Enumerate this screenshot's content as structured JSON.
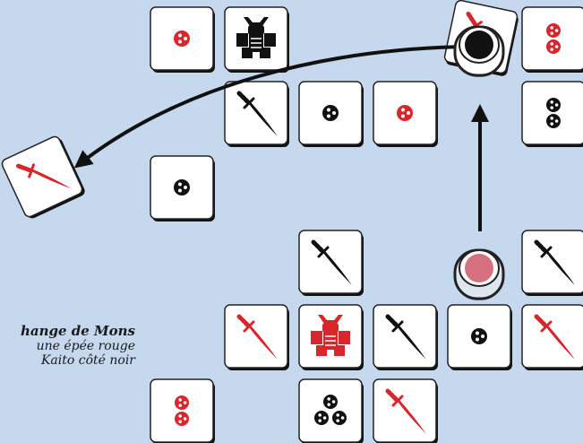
{
  "colors": {
    "background": "#c5d8ee",
    "tile_face": "#ffffff",
    "tile_shadow": "#111111",
    "red": "#d8262d",
    "black": "#111111",
    "pawn_red": "#d4707f",
    "pawn_black": "#111111",
    "pawn_ghost": "#dfe6ef"
  },
  "caption": {
    "title": "hange de Mons",
    "line1": "une épée rouge",
    "line2": "Kaito côté noir"
  },
  "tiles": [
    {
      "col": 0,
      "row": 0,
      "symbol": "mon1",
      "color": "red"
    },
    {
      "col": 1,
      "row": 0,
      "symbol": "samurai",
      "color": "black"
    },
    {
      "col": 1,
      "row": 1,
      "symbol": "katana",
      "color": "black"
    },
    {
      "col": 2,
      "row": 1,
      "symbol": "mon1",
      "color": "black"
    },
    {
      "col": 3,
      "row": 1,
      "symbol": "mon1",
      "color": "red"
    },
    {
      "col": 5,
      "row": 0,
      "symbol": "mon2",
      "color": "red"
    },
    {
      "col": 5,
      "row": 1,
      "symbol": "mon2",
      "color": "black"
    },
    {
      "col": 0,
      "row": 2,
      "symbol": "mon1",
      "color": "black"
    },
    {
      "col": 2,
      "row": 3,
      "symbol": "katana",
      "color": "black"
    },
    {
      "col": 5,
      "row": 3,
      "symbol": "katana",
      "color": "black"
    },
    {
      "col": 1,
      "row": 4,
      "symbol": "katana",
      "color": "red"
    },
    {
      "col": 2,
      "row": 4,
      "symbol": "samurai",
      "color": "red"
    },
    {
      "col": 3,
      "row": 4,
      "symbol": "katana",
      "color": "black"
    },
    {
      "col": 4,
      "row": 4,
      "symbol": "mon1",
      "color": "black"
    },
    {
      "col": 5,
      "row": 4,
      "symbol": "katana",
      "color": "red"
    },
    {
      "col": 0,
      "row": 5,
      "symbol": "mon2",
      "color": "red"
    },
    {
      "col": 2,
      "row": 5,
      "symbol": "mon3",
      "color": "black"
    },
    {
      "col": 3,
      "row": 5,
      "symbol": "katana",
      "color": "red"
    }
  ],
  "captured_tile": {
    "symbol": "katana",
    "color": "red",
    "rotation_deg": -25
  },
  "source_tile": {
    "symbol": "katana",
    "color": "red",
    "rotation_deg": 12
  },
  "pawns": [
    {
      "name": "kaito-black",
      "col": 4,
      "row": 0,
      "color": "black"
    },
    {
      "name": "ghost-origin",
      "col": 4,
      "row": 3,
      "color": "red"
    }
  ]
}
